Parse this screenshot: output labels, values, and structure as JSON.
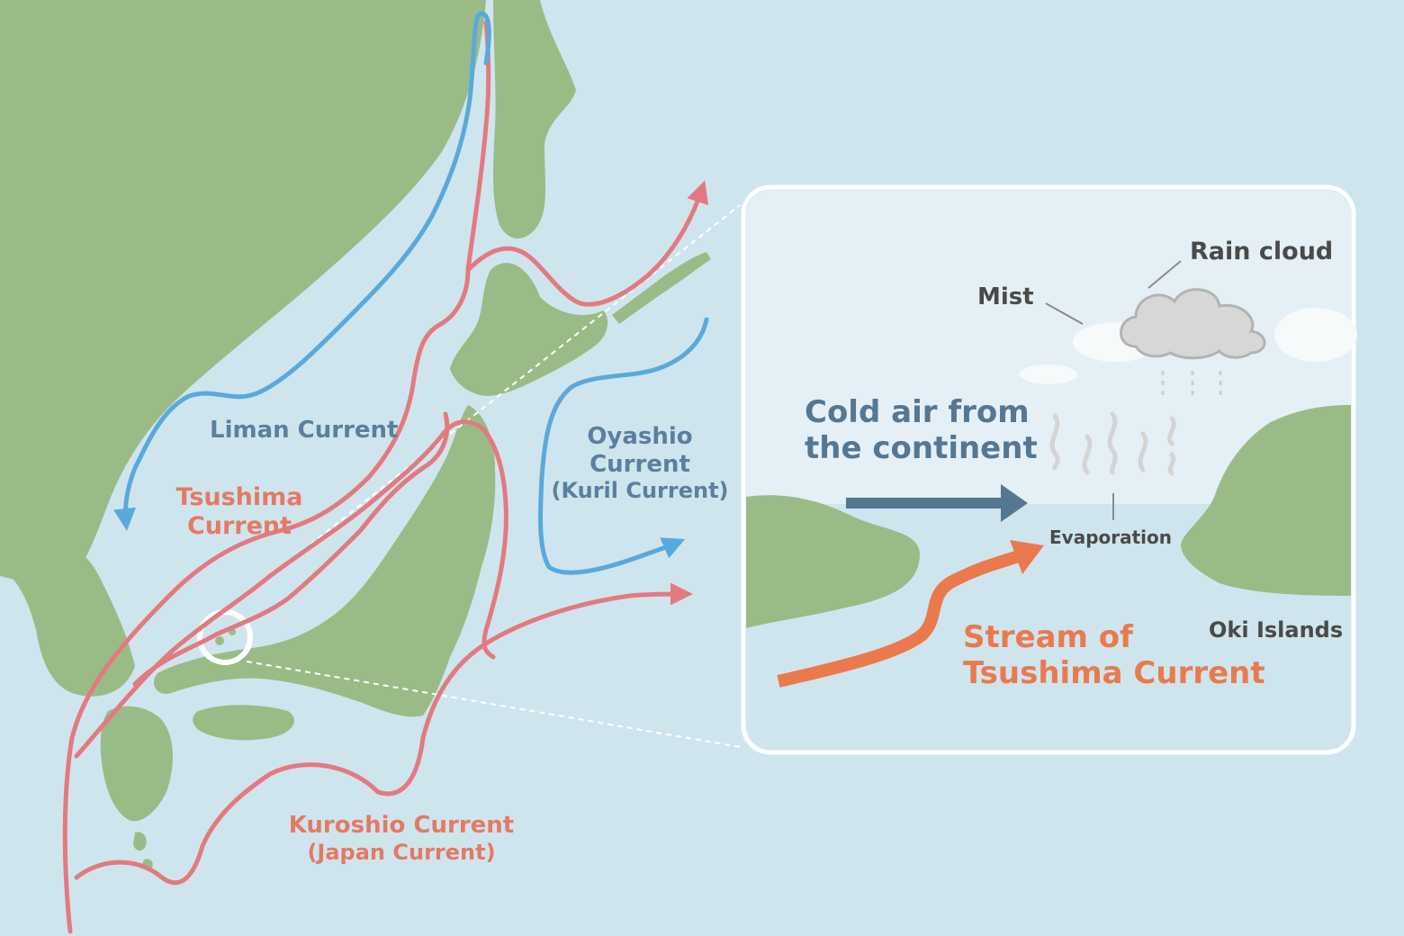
{
  "map": {
    "currents": {
      "liman": "Liman Current",
      "tsushima_1": "Tsushima",
      "tsushima_2": "Current",
      "oyashio_1": "Oyashio",
      "oyashio_2": "Current",
      "oyashio_3": "(Kuril Current)",
      "kuroshio_1": "Kuroshio Current",
      "kuroshio_2": "(Japan Current)"
    }
  },
  "inset": {
    "cold_air_1": "Cold air from",
    "cold_air_2": "the continent",
    "rain_cloud": "Rain cloud",
    "mist": "Mist",
    "evaporation": "Evaporation",
    "oki_islands": "Oki Islands",
    "stream_1": "Stream of",
    "stream_2": "Tsushima Current"
  },
  "colors": {
    "sea": "#cfe5ee",
    "land": "#9bbb86",
    "warm_current": "#e27a80",
    "cold_current": "#5aa9dc",
    "cold_air_arrow": "#557792",
    "stream_arrow": "#ea7a4e"
  }
}
